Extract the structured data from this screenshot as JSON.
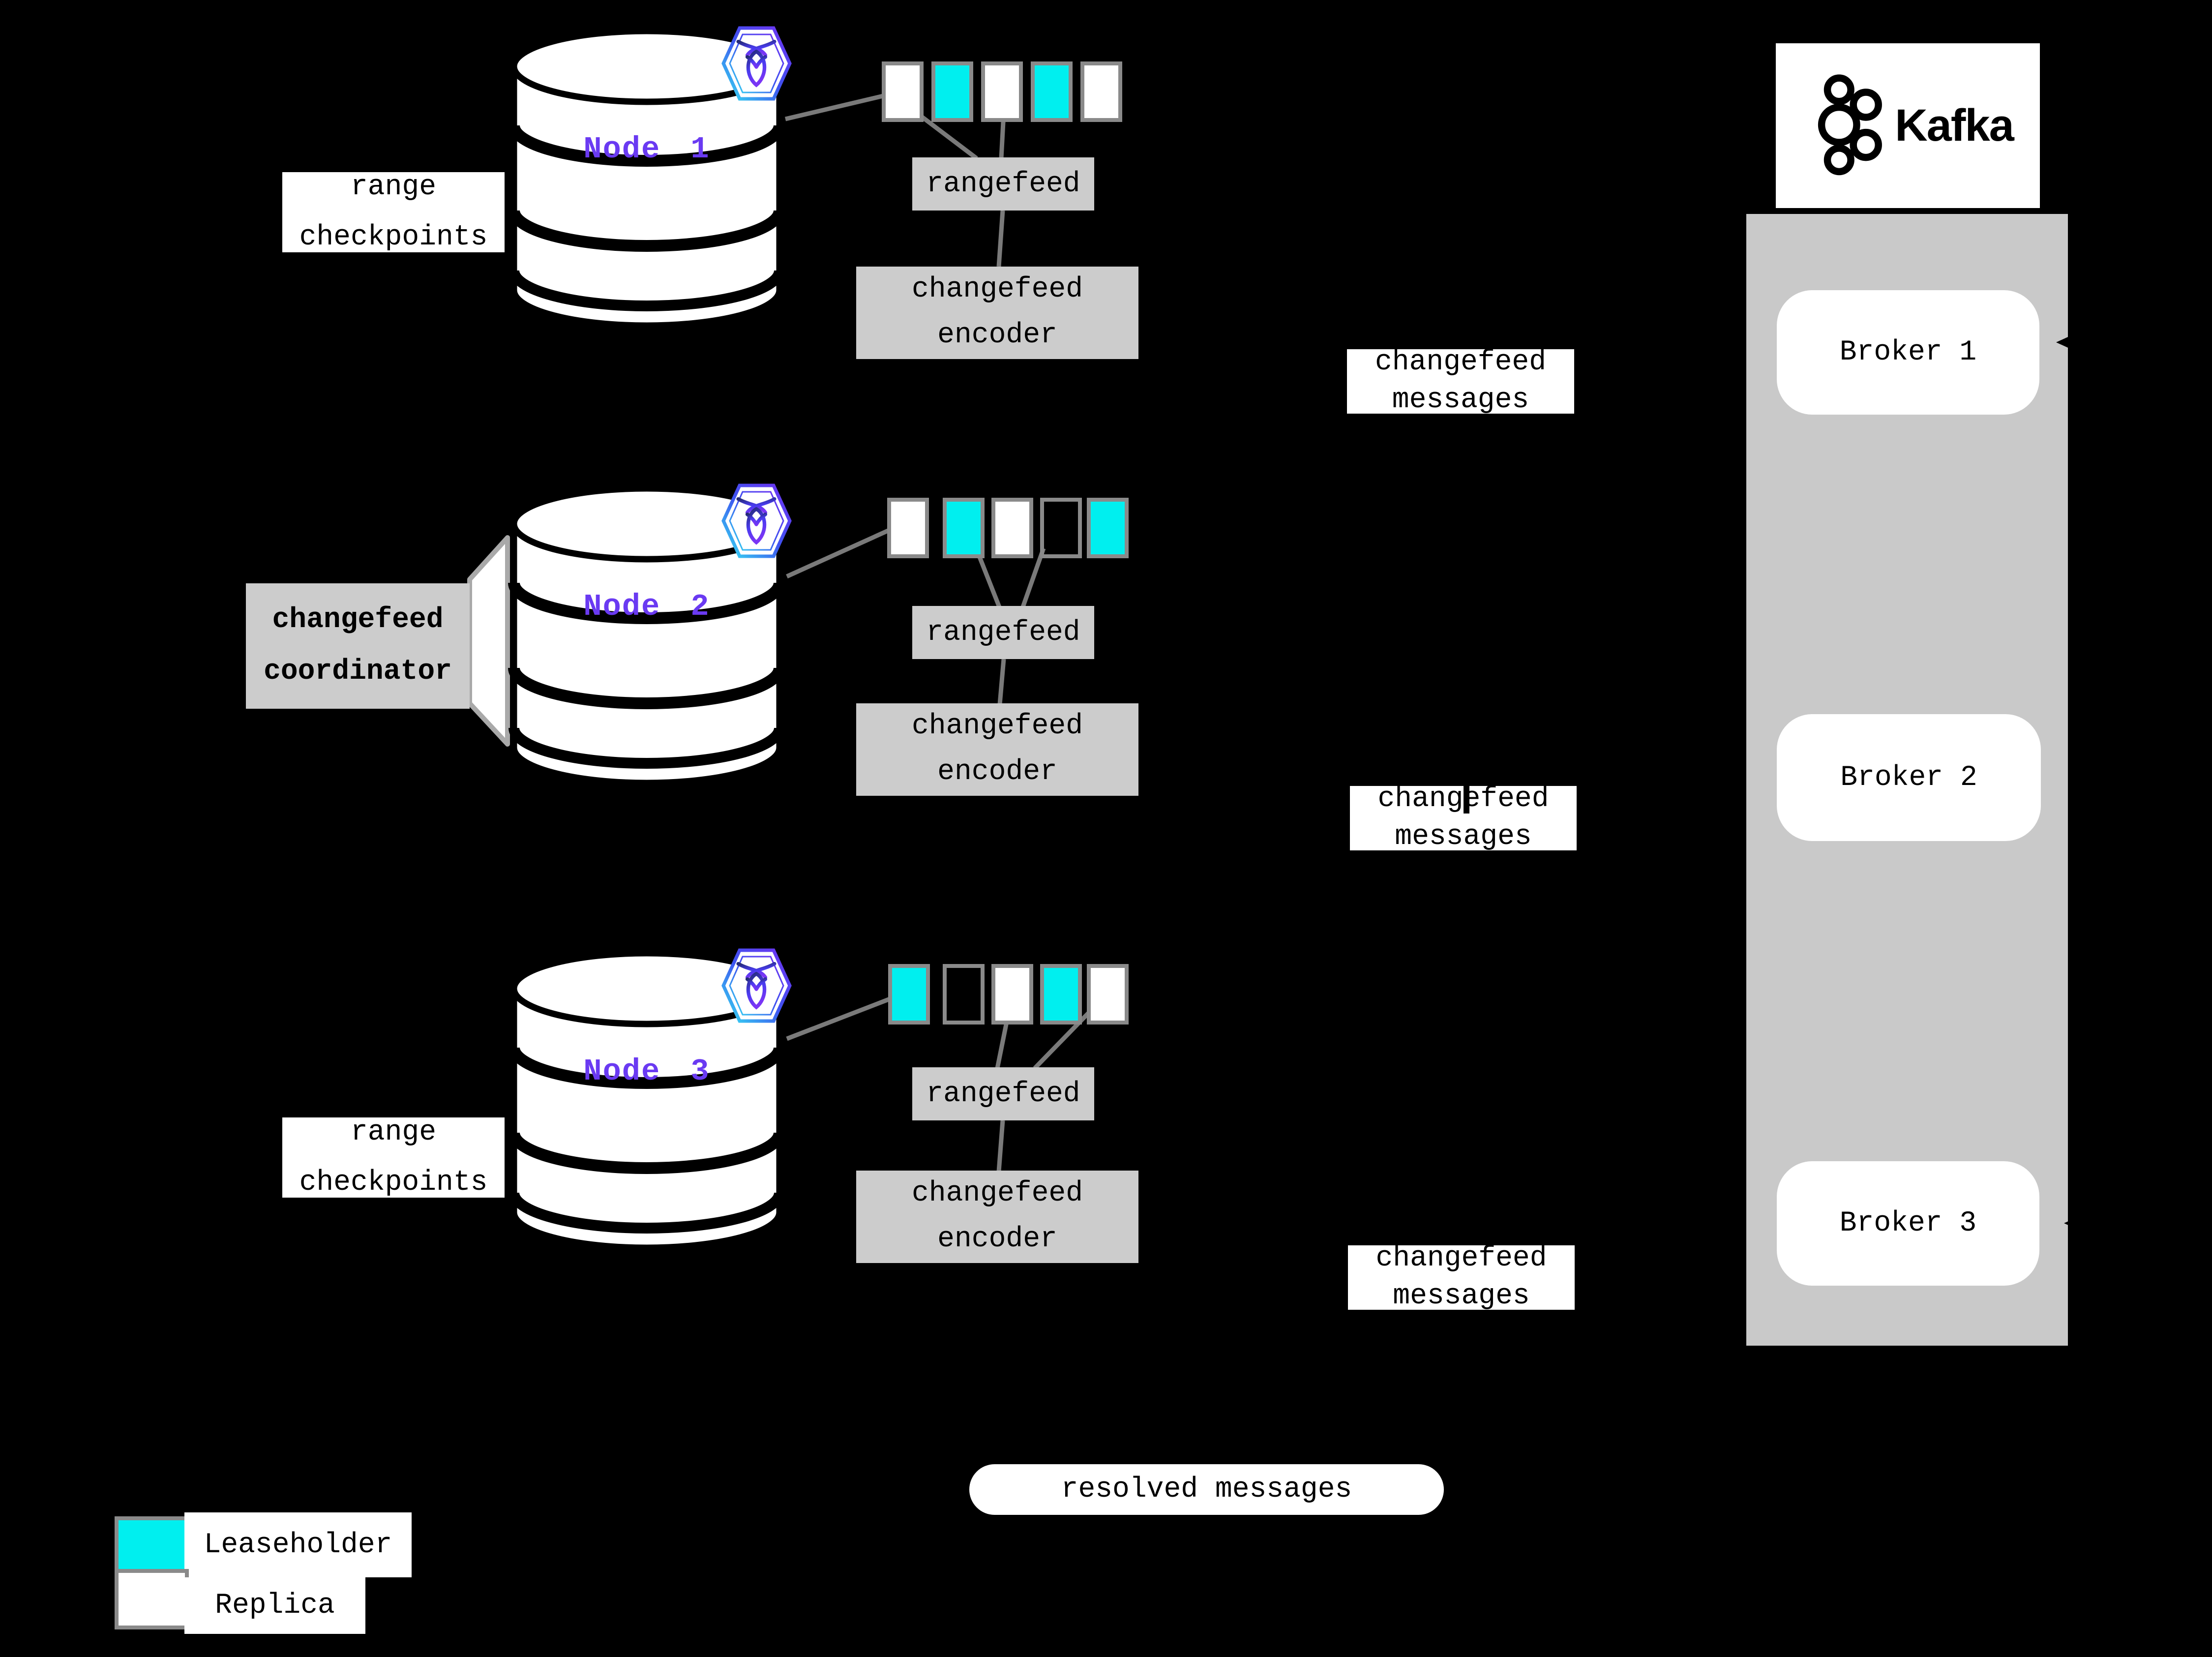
{
  "colors": {
    "leaseholder": "#00efef",
    "replica": "#ffffff",
    "empty": "transparent",
    "node_label": "#6a3af2",
    "line": "#7a7a7a",
    "panel": "#cccccc",
    "kafka_container": "#c9c9c9",
    "swatch_border": "#8a8a8a",
    "background": "#000000"
  },
  "labels": {
    "range_checkpoints": {
      "line1": "range",
      "line2": "checkpoints"
    },
    "changefeed_coordinator": {
      "line1": "changefeed",
      "line2": "coordinator"
    },
    "resolved_messages": "resolved messages"
  },
  "nodes": [
    {
      "name": "Node 1",
      "rangefeed": "rangefeed",
      "encoder": {
        "line1": "changefeed",
        "line2": "encoder"
      },
      "messages": {
        "line1": "changefeed",
        "line2": "messages"
      },
      "ranges": [
        "replica",
        "leaseholder",
        "replica",
        "leaseholder",
        "replica"
      ]
    },
    {
      "name": "Node 2",
      "rangefeed": "rangefeed",
      "encoder": {
        "line1": "changefeed",
        "line2": "encoder"
      },
      "messages": {
        "line1": "changefeed",
        "line2": "messages"
      },
      "ranges": [
        "replica",
        "leaseholder",
        "replica",
        "empty",
        "leaseholder"
      ]
    },
    {
      "name": "Node 3",
      "rangefeed": "rangefeed",
      "encoder": {
        "line1": "changefeed",
        "line2": "encoder"
      },
      "messages": {
        "line1": "changefeed",
        "line2": "messages"
      },
      "ranges": [
        "leaseholder",
        "empty",
        "replica",
        "leaseholder",
        "replica"
      ]
    }
  ],
  "kafka": {
    "wordmark": "Kafka",
    "brokers": [
      "Broker 1",
      "Broker 2",
      "Broker 3"
    ]
  },
  "legend": {
    "items": [
      {
        "kind": "leaseholder",
        "label": "Leaseholder"
      },
      {
        "kind": "replica",
        "label": "Replica"
      }
    ]
  }
}
